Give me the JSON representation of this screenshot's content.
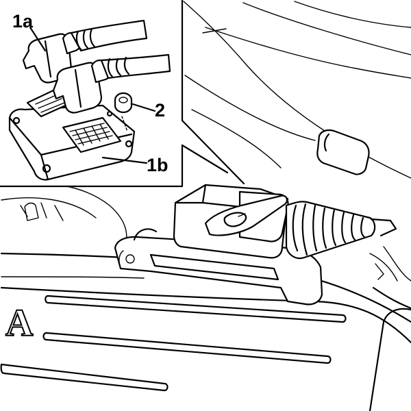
{
  "callouts": {
    "connector_1a": "1a",
    "connector_1b": "1b",
    "nut_2": "2",
    "logo_fragment": "A"
  }
}
